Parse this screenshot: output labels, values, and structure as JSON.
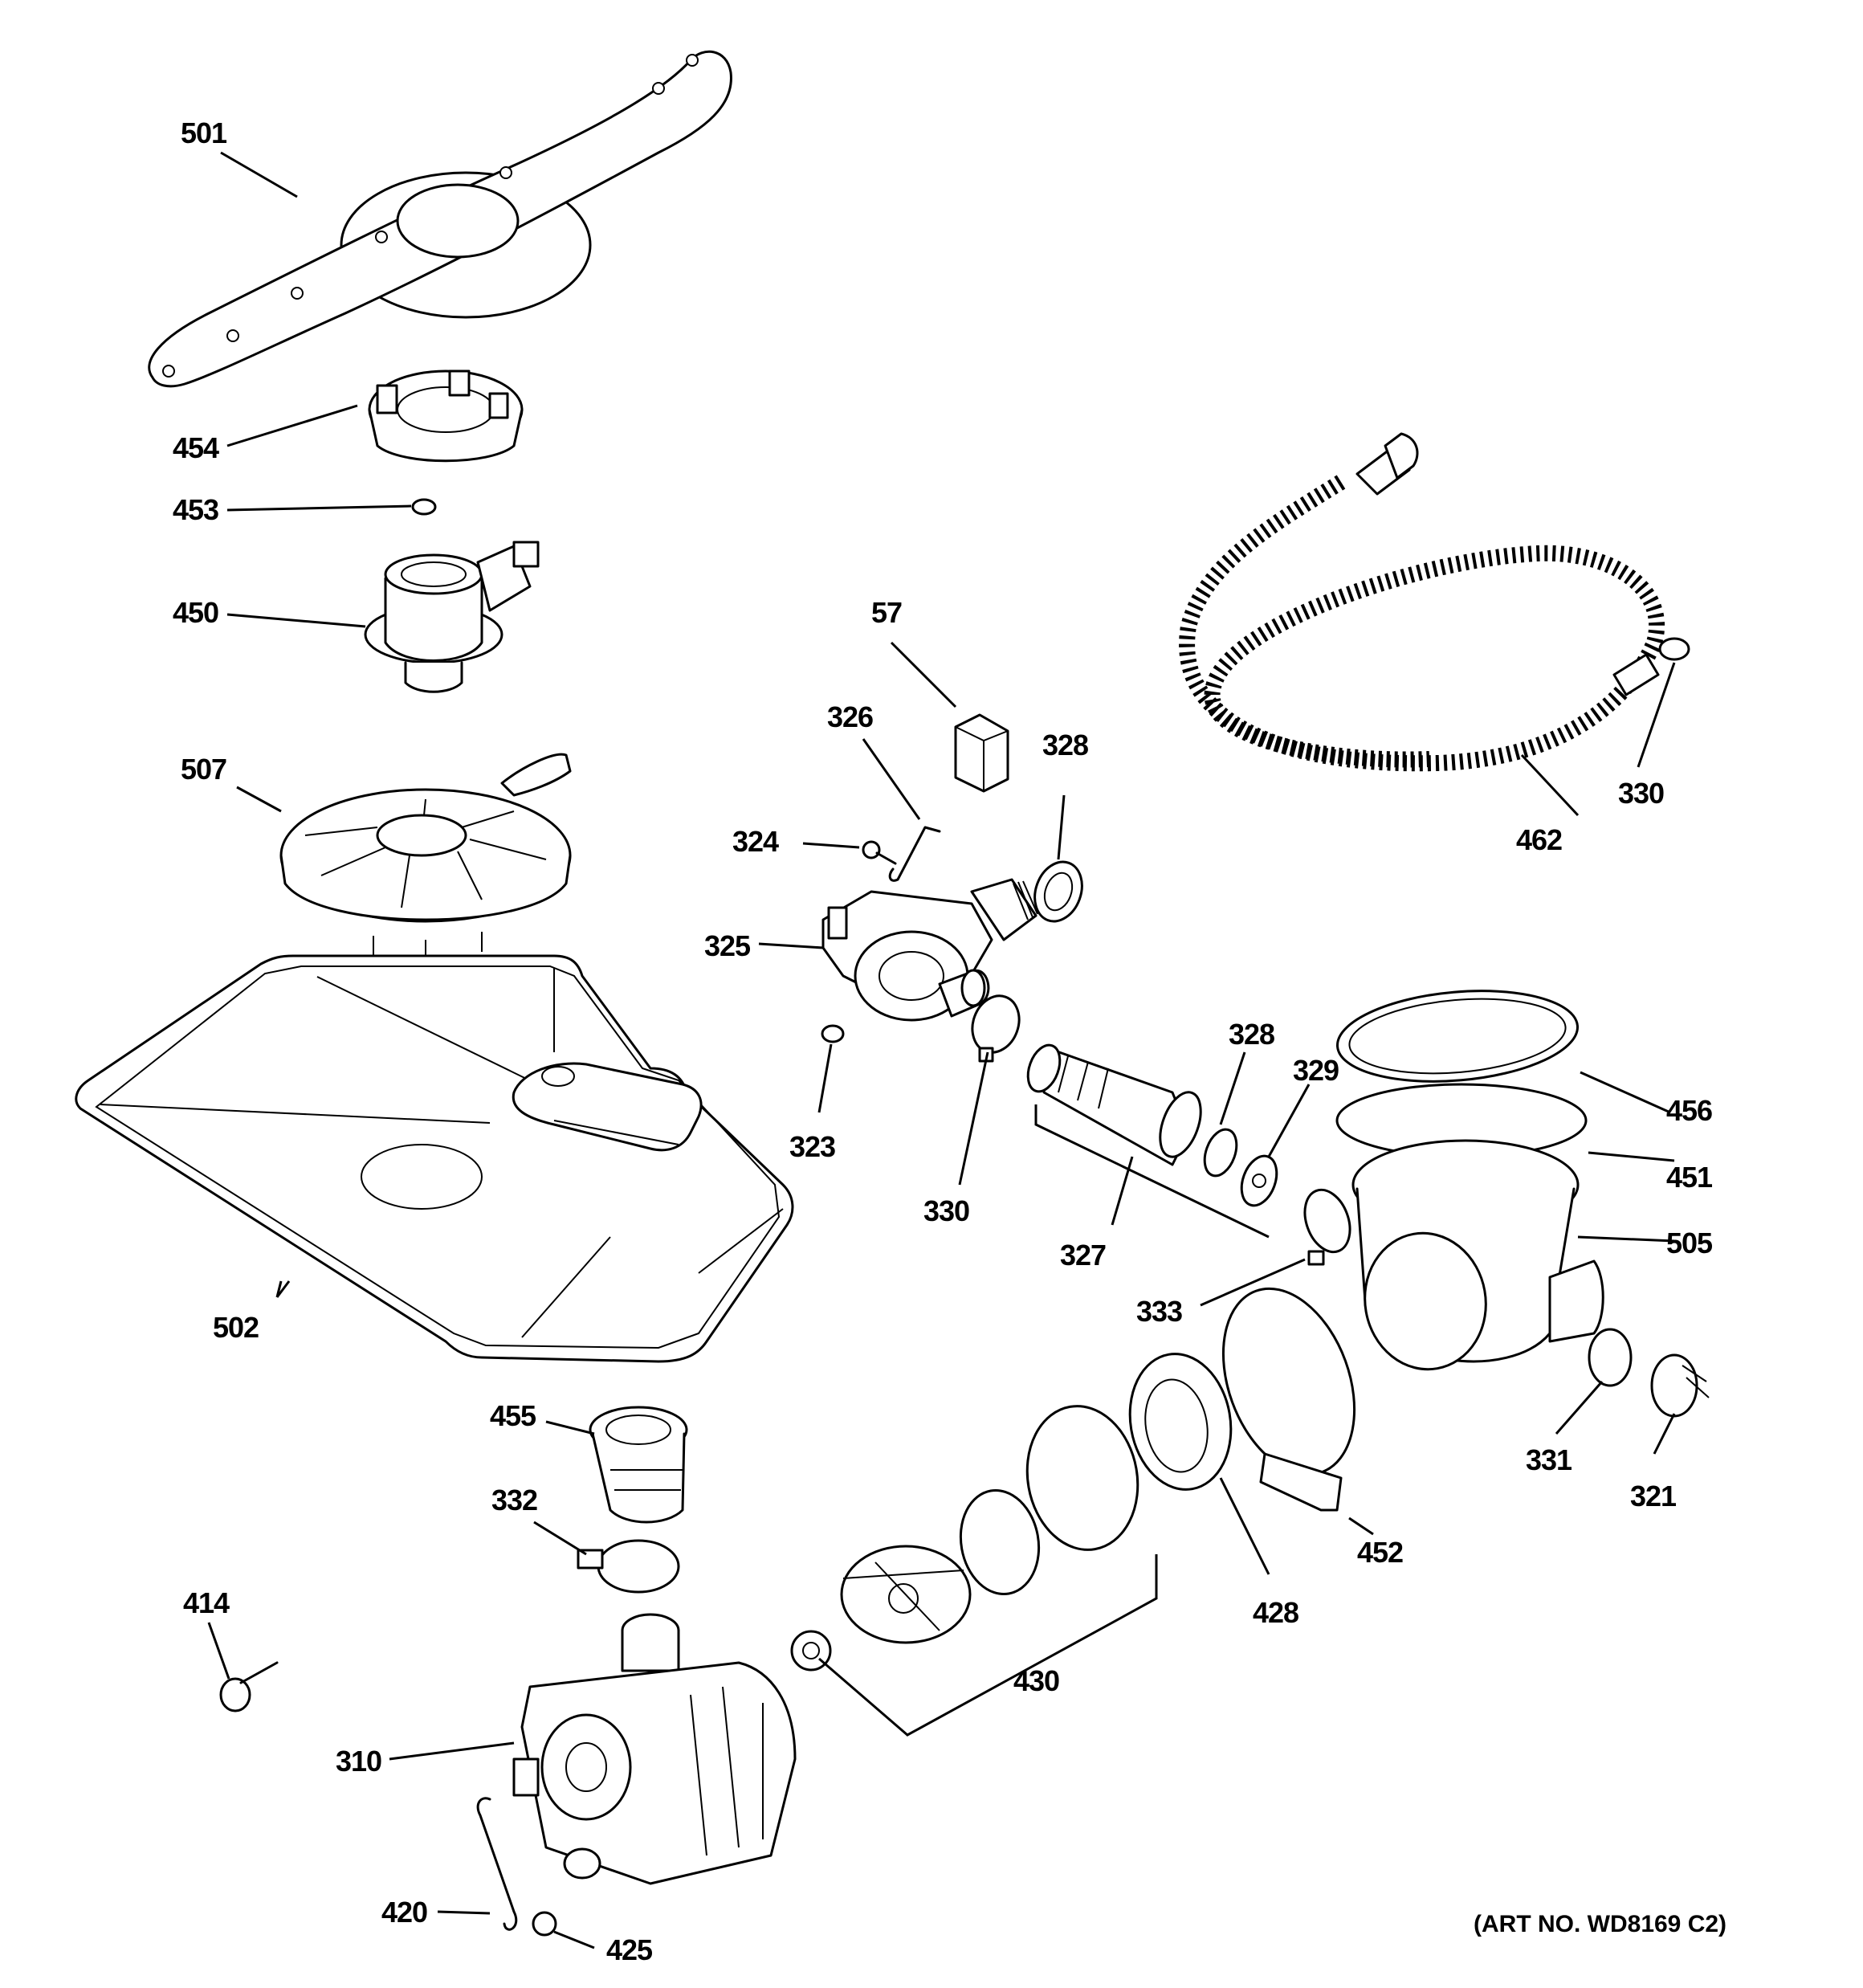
{
  "labels": {
    "p501": "501",
    "p454": "454",
    "p453": "453",
    "p450": "450",
    "p507": "507",
    "p502": "502",
    "p57": "57",
    "p326": "326",
    "p328a": "328",
    "p324": "324",
    "p325": "325",
    "p323": "323",
    "p330a": "330",
    "p327": "327",
    "p328b": "328",
    "p329": "329",
    "p462": "462",
    "p330b": "330",
    "p456": "456",
    "p451": "451",
    "p505": "505",
    "p333": "333",
    "p331": "331",
    "p321": "321",
    "p452": "452",
    "p428": "428",
    "p455": "455",
    "p332": "332",
    "p414": "414",
    "p310": "310",
    "p430": "430",
    "p420": "420",
    "p425": "425"
  },
  "art_number": "(ART NO. WD8169 C2)"
}
